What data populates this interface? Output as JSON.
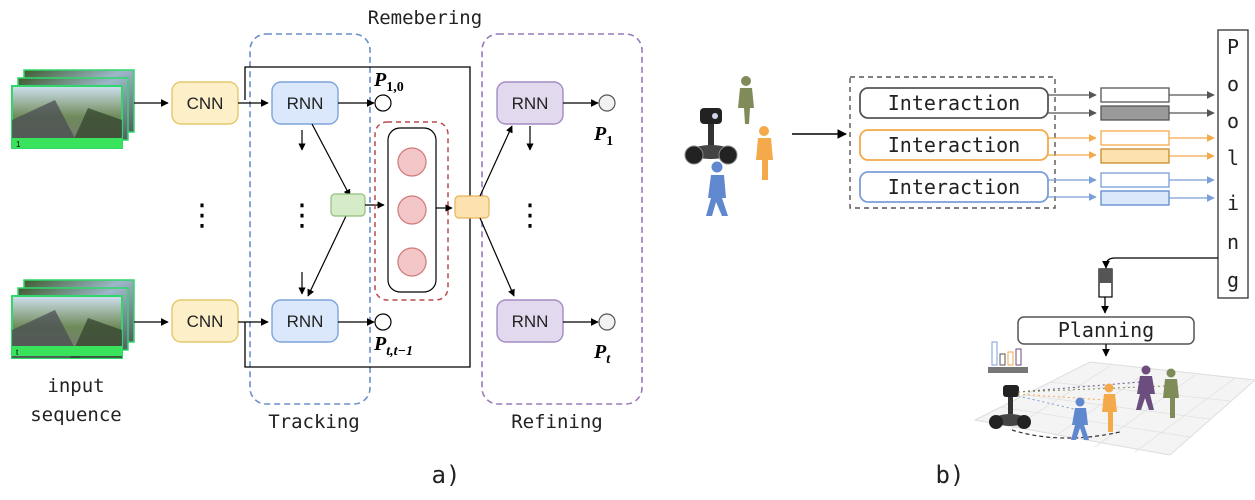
{
  "panel_a": {
    "caption": "a)",
    "remembering_label": "Remebering",
    "input_label_line1": "input",
    "input_label_line2": "sequence",
    "tracking_label": "Tracking",
    "refining_label": "Refining",
    "cnn_label": "CNN",
    "rnn_label": "RNN",
    "frame_top_badge": "1",
    "frame_bottom_badge": "t",
    "p10_base": "P",
    "p10_sub": "1,0",
    "ptt_base": "P",
    "ptt_sub": "t,t−1",
    "p1_base": "P",
    "p1_sub": "1",
    "pt_base": "P",
    "pt_sub": "t",
    "ellipsis": "⋮",
    "colors": {
      "cnn_fill": "#fdf0c8",
      "cnn_stroke": "#e5c76b",
      "rnn_track_fill": "#dbe8fb",
      "rnn_track_stroke": "#7ea4dc",
      "rnn_refine_fill": "#e3d9ee",
      "rnn_refine_stroke": "#a48cc4",
      "memory_cell_fill": "#f3c7c7",
      "memory_cell_stroke": "#d07878",
      "fusion_green": "#d6ecc9",
      "fusion_orange": "#fde2b0",
      "tracking_border": "#6b8fc7",
      "refining_border": "#9a7ab8",
      "memory_border": "#b94a4a"
    }
  },
  "panel_b": {
    "caption": "b)",
    "interaction_label": "Interaction",
    "pooling_letters": [
      "P",
      "o",
      "o",
      "l",
      "i",
      "n",
      "g"
    ],
    "planning_label": "Planning",
    "colors": {
      "gray": "#555555",
      "orange": "#f4a94a",
      "blue": "#7b9fd8",
      "olive": "#7f8c5a",
      "purple": "#6b4e7e"
    }
  }
}
